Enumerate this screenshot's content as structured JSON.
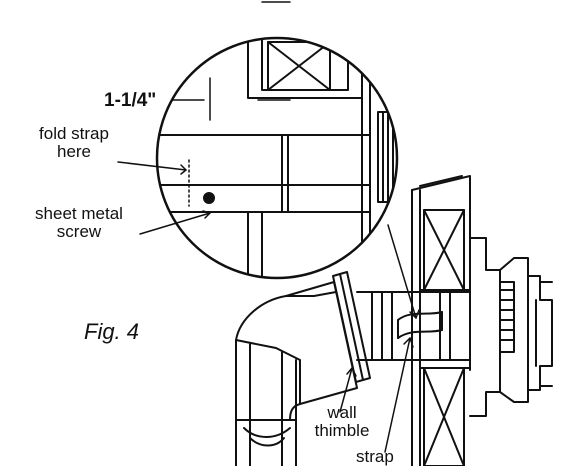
{
  "figure": {
    "caption": "Fig. 4",
    "labels": {
      "dimension": "1-1/4\"",
      "fold_strap": "fold strap here",
      "screw": "sheet metal screw",
      "thimble": "wall thimble",
      "strap": "strap"
    },
    "colors": {
      "ink": "#111111",
      "paper": "#ffffff"
    }
  }
}
